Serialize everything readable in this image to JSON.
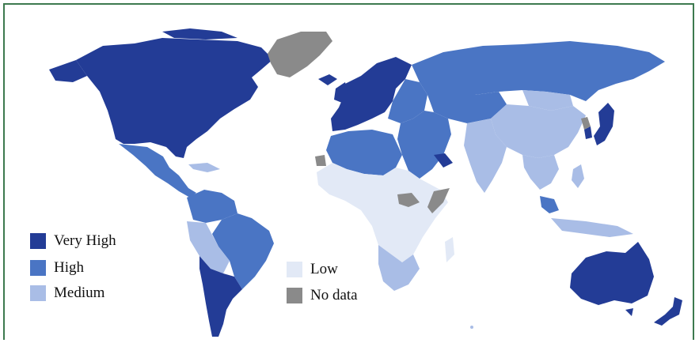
{
  "legend": {
    "items": [
      {
        "label": "Very High",
        "color": "#233c96"
      },
      {
        "label": "High",
        "color": "#4a75c4"
      },
      {
        "label": "Medium",
        "color": "#a9bde6"
      },
      {
        "label": "Low",
        "color": "#e2e9f6"
      },
      {
        "label": "No data",
        "color": "#8a8a8a"
      }
    ]
  },
  "regions": [
    {
      "name": "North America (US, Canada)",
      "category": "Very High"
    },
    {
      "name": "Greenland",
      "category": "No data"
    },
    {
      "name": "Mexico & Central America",
      "category": "High"
    },
    {
      "name": "Caribbean",
      "category": "Medium"
    },
    {
      "name": "Colombia / Venezuela",
      "category": "High"
    },
    {
      "name": "Brazil",
      "category": "High"
    },
    {
      "name": "Peru / Bolivia",
      "category": "Medium"
    },
    {
      "name": "Chile / Argentina",
      "category": "Very High"
    },
    {
      "name": "Western Europe & Scandinavia",
      "category": "Very High"
    },
    {
      "name": "Eastern Europe",
      "category": "High"
    },
    {
      "name": "Russia",
      "category": "High"
    },
    {
      "name": "Central Asia",
      "category": "High"
    },
    {
      "name": "China",
      "category": "Medium"
    },
    {
      "name": "Mongolia",
      "category": "Medium"
    },
    {
      "name": "India",
      "category": "Medium"
    },
    {
      "name": "Japan",
      "category": "Very High"
    },
    {
      "name": "Korea",
      "category": "Very High"
    },
    {
      "name": "North Korea",
      "category": "No data"
    },
    {
      "name": "Middle East",
      "category": "High"
    },
    {
      "name": "Gulf States",
      "category": "Very High"
    },
    {
      "name": "North Africa",
      "category": "High"
    },
    {
      "name": "Sub-Saharan Africa",
      "category": "Low"
    },
    {
      "name": "Southern Africa",
      "category": "Medium"
    },
    {
      "name": "Sudan",
      "category": "No data"
    },
    {
      "name": "Somalia",
      "category": "No data"
    },
    {
      "name": "Southeast Asia",
      "category": "Medium"
    },
    {
      "name": "Malaysia",
      "category": "High"
    },
    {
      "name": "Australia",
      "category": "Very High"
    },
    {
      "name": "New Zealand",
      "category": "Very High"
    }
  ]
}
